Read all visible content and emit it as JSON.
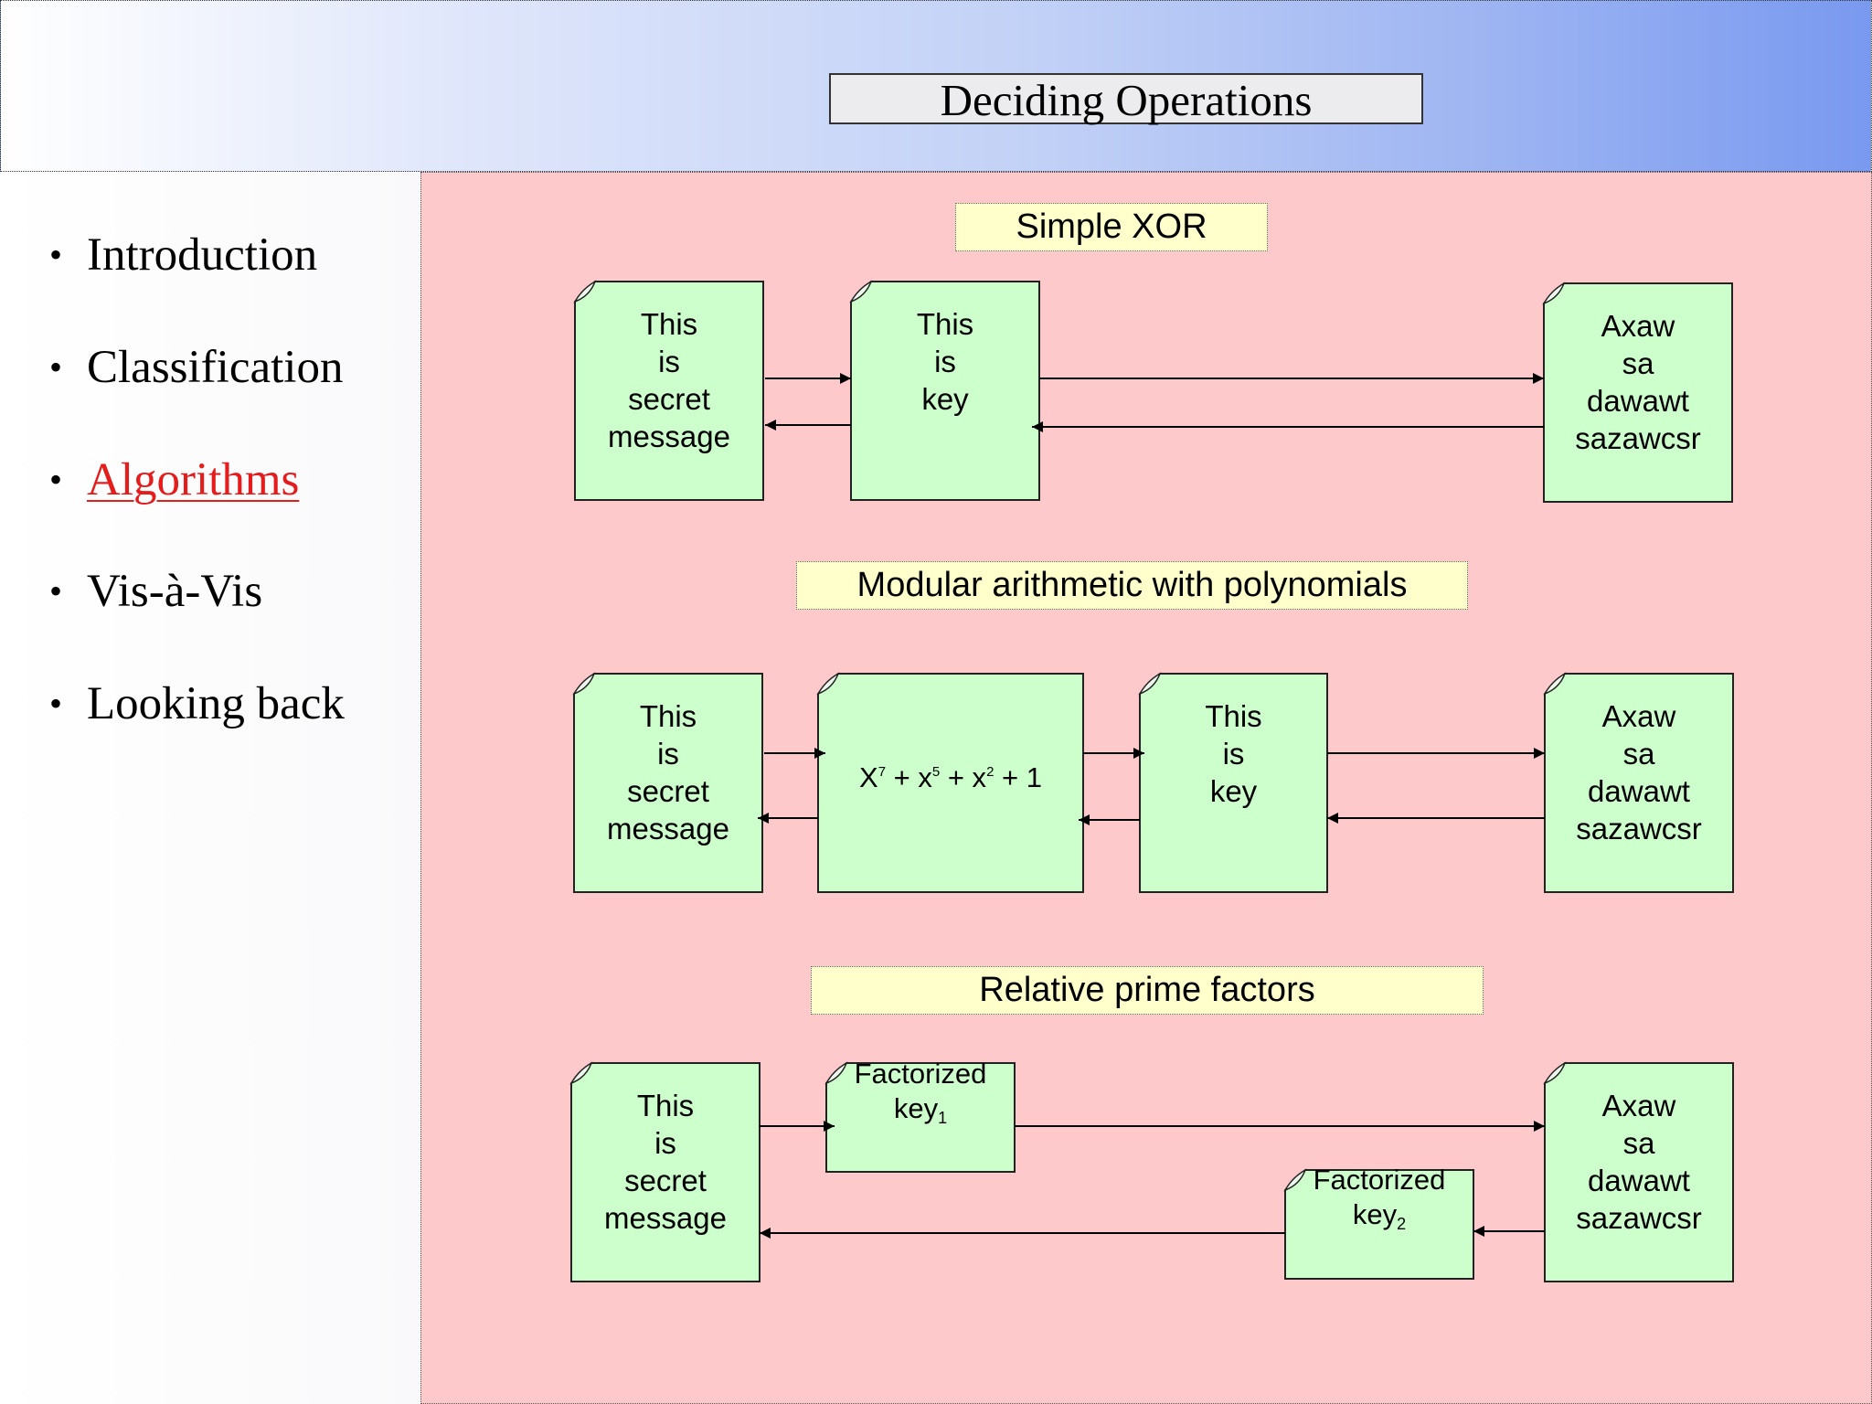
{
  "slide": {
    "title": "Deciding Operations"
  },
  "nav": {
    "items": [
      {
        "label": "Introduction",
        "active": false
      },
      {
        "label": "Classification",
        "active": false
      },
      {
        "label": "Algorithms",
        "active": true
      },
      {
        "label": "Vis-à-Vis",
        "active": false
      },
      {
        "label": "Looking back",
        "active": false
      }
    ]
  },
  "colors": {
    "note_fill": "#ccffcc",
    "panel_fill": "#fec9ca",
    "label_fill": "#ffffcc",
    "active_nav": "#e51c1c"
  },
  "sections": {
    "xor": {
      "label": "Simple XOR",
      "message": [
        "This",
        "is",
        "secret",
        "message"
      ],
      "key": [
        "This",
        "is",
        "key"
      ],
      "cipher": [
        "Axaw",
        "sa",
        "dawawt",
        "sazawcsr"
      ]
    },
    "poly": {
      "label": "Modular arithmetic with polynomials",
      "message": [
        "This",
        "is",
        "secret",
        "message"
      ],
      "formula": {
        "t1": "X",
        "e1": "7",
        "t2": " + x",
        "e2": "5",
        "t3": " + x",
        "e3": "2",
        "t4": " + 1"
      },
      "key": [
        "This",
        "is",
        "key"
      ],
      "cipher": [
        "Axaw",
        "sa",
        "dawawt",
        "sazawcsr"
      ]
    },
    "prime": {
      "label": "Relative prime factors",
      "message": [
        "This",
        "is",
        "secret",
        "message"
      ],
      "key1": {
        "line1": "Factorized",
        "base": "key",
        "sub": "1"
      },
      "key2": {
        "line1": "Factorized",
        "base": "key",
        "sub": "2"
      },
      "cipher": [
        "Axaw",
        "sa",
        "dawawt",
        "sazawcsr"
      ]
    }
  }
}
